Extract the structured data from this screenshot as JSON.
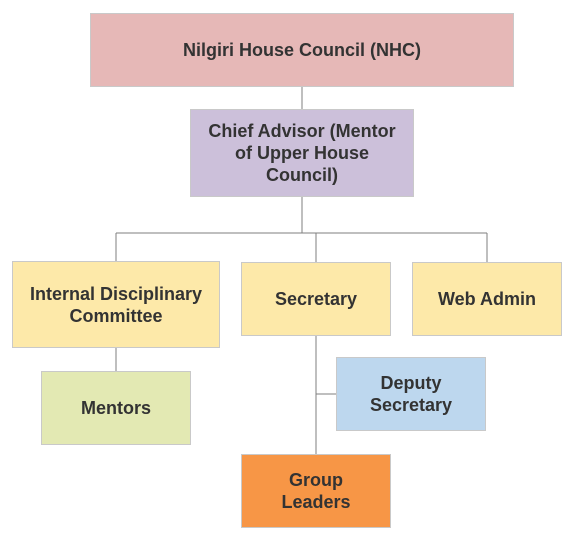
{
  "nodes": {
    "nhc": {
      "label": "Nilgiri House Council (NHC)",
      "fill": "#e6b8b7",
      "border": "#c9c9c9"
    },
    "chief": {
      "label": "Chief Advisor (Mentor\nof Upper House\nCouncil)",
      "fill": "#ccc0da",
      "border": "#c9c9c9"
    },
    "idc": {
      "label": "Internal Disciplinary\nCommittee",
      "fill": "#fde9a9",
      "border": "#c9c9c9"
    },
    "secretary": {
      "label": "Secretary",
      "fill": "#fde9a9",
      "border": "#c9c9c9"
    },
    "webadmin": {
      "label": "Web Admin",
      "fill": "#fde9a9",
      "border": "#c9c9c9"
    },
    "mentors": {
      "label": "Mentors",
      "fill": "#e3e9b3",
      "border": "#c9c9c9"
    },
    "deputy": {
      "label": "Deputy\nSecretary",
      "fill": "#bdd7ee",
      "border": "#c9c9c9"
    },
    "group": {
      "label": "Group\nLeaders",
      "fill": "#f79646",
      "border": "#c9c9c9"
    }
  },
  "connector_color": "#7f7f7f"
}
